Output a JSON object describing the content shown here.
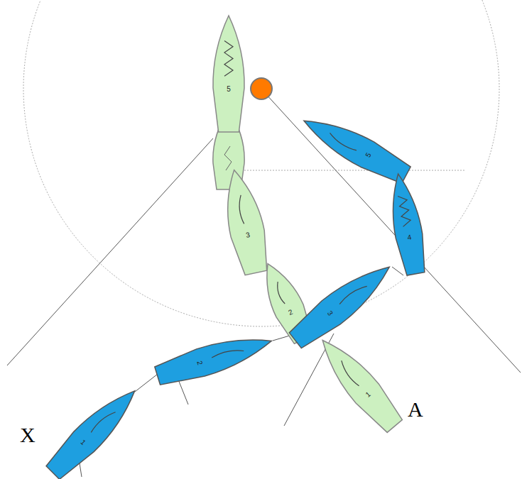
{
  "diagram": {
    "nodes": [
      {
        "text": [
          "5"
        ]
      },
      {
        "text": [
          "5"
        ]
      },
      {
        "text": [
          "3"
        ]
      },
      {
        "text": [
          "4"
        ]
      },
      {
        "text": [
          "2"
        ]
      },
      {
        "text": [
          "3"
        ]
      },
      {
        "text": [
          "2"
        ]
      },
      {
        "text": [
          "1"
        ]
      },
      {
        "text": [
          "1"
        ]
      }
    ],
    "labels": [
      "X",
      "A"
    ]
  }
}
